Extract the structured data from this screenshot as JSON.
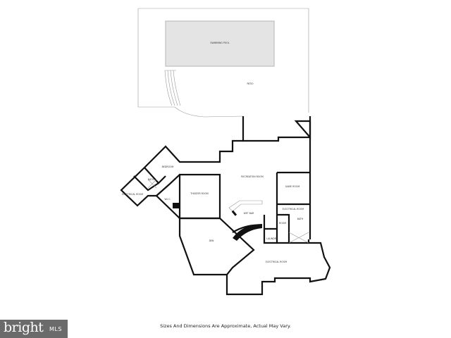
{
  "plan": {
    "rooms": {
      "pool": "SWIMMING POOL",
      "patio": "PATIO",
      "bedroom": "BEDROOM",
      "bath1": "BATH",
      "electrical1": "ELECTRICAL ROOM",
      "wic": "W.I.C.",
      "theater": "THEATER ROOM",
      "recreation": "RECREATION ROOM",
      "wetbar": "WET BAR",
      "game": "GAME ROOM",
      "electrical2": "ELECTRICAL ROOM",
      "room": "ROOM",
      "bath2": "BATH",
      "laundry": "LAUNDRY",
      "den": "DEN",
      "electrical3": "ELECTRICAL ROOM"
    }
  },
  "footer": {
    "disclaimer": "Sizes And Dimensions Are Approximate, Actual May Vary.",
    "logo_text": "bright",
    "logo_suffix": "MLS"
  }
}
